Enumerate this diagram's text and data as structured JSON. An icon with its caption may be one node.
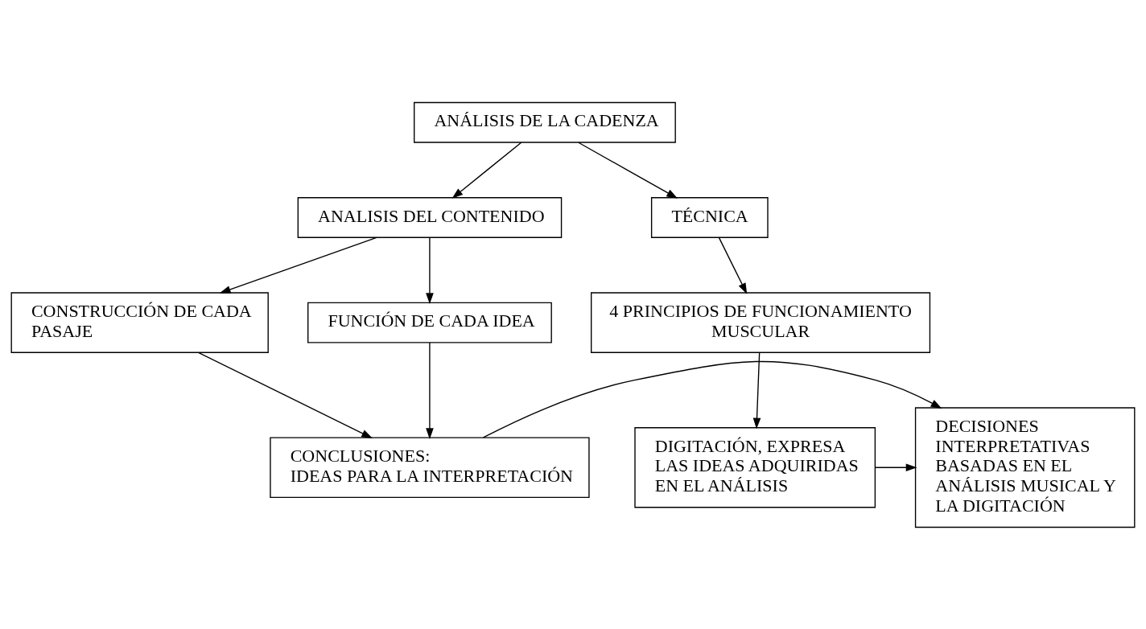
{
  "diagram": {
    "nodes": [
      {
        "text": [
          "ANÁLISIS DE LA CADENZA"
        ]
      },
      {
        "text": [
          "ANALISIS DEL CONTENIDO"
        ]
      },
      {
        "text": [
          "TÉCNICA"
        ]
      },
      {
        "text": [
          "CONSTRUCCIÓN DE CADA PASAJE"
        ]
      },
      {
        "text": [
          "FUNCIÓN DE CADA IDEA"
        ]
      },
      {
        "text": [
          "4 PRINCIPIOS DE FUNCIONAMIENTO MUSCULAR"
        ]
      },
      {
        "text": [
          "CONCLUSIONES:",
          "IDEAS PARA LA INTERPRETACIÓN"
        ]
      },
      {
        "text": [
          "DECISIONES INTERPRETATIVAS BASADAS EN EL ANÁLISIS MUSICAL Y LA DIGITACIÓN"
        ]
      },
      {
        "text": [
          "DIGITACIÓN, EXPRESA LAS IDEAS ADQUIRIDAS EN EL ANÁLISIS"
        ]
      }
    ],
    "edges": [
      {
        "from": 0,
        "to": 1,
        "arrow": "to"
      },
      {
        "from": 0,
        "to": 2,
        "arrow": "to"
      },
      {
        "from": 1,
        "to": 3,
        "arrow": "to"
      },
      {
        "from": 1,
        "to": 4,
        "arrow": "to"
      },
      {
        "from": 2,
        "to": 5,
        "arrow": "to"
      },
      {
        "from": 3,
        "to": 6,
        "arrow": "to"
      },
      {
        "from": 4,
        "to": 6,
        "arrow": "to"
      },
      {
        "from": 5,
        "to": 8,
        "arrow": "to"
      },
      {
        "from": 6,
        "to": 7,
        "arrow": "to"
      },
      {
        "from": 8,
        "to": 7,
        "arrow": "to"
      }
    ]
  }
}
